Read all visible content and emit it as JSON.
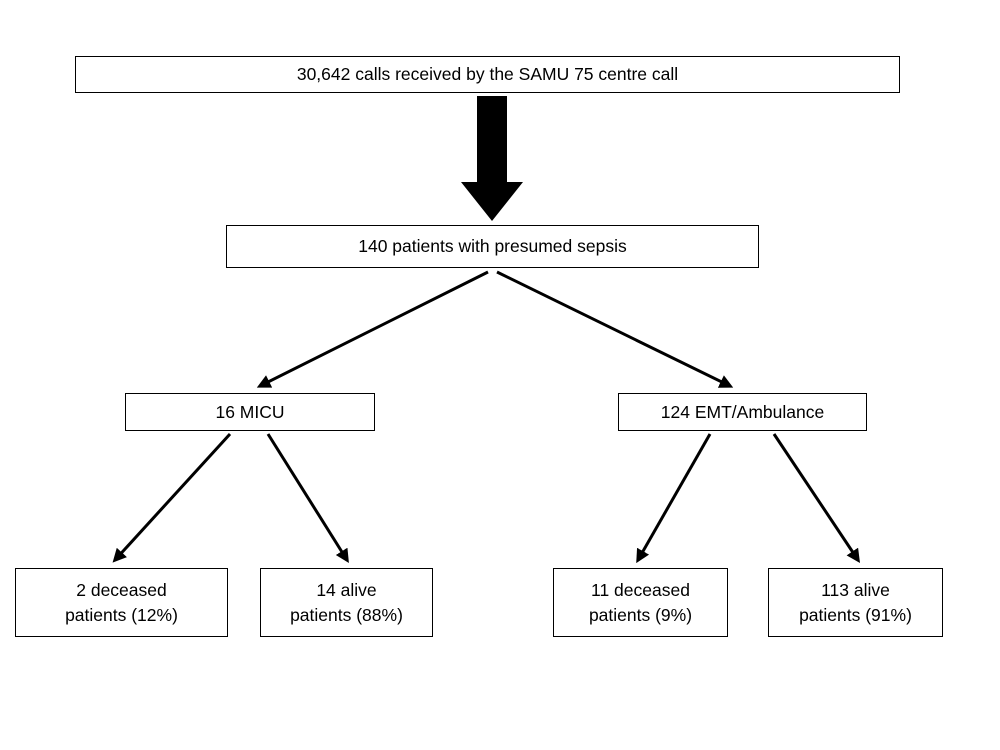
{
  "diagram": {
    "type": "flowchart",
    "colors": {
      "background": "#ffffff",
      "line": "#000000",
      "border": "#000000",
      "text": "#000000"
    },
    "nodes": {
      "calls": {
        "label": "30,642 calls received by the SAMU 75 centre call"
      },
      "sepsis": {
        "label": "140 patients with presumed sepsis"
      },
      "micu": {
        "label": "16 MICU"
      },
      "emt": {
        "label": "124 EMT/Ambulance"
      },
      "micu_deceased": {
        "line1": "2 deceased",
        "line2": "patients (12%)"
      },
      "micu_alive": {
        "line1": "14 alive",
        "line2": "patients (88%)"
      },
      "emt_deceased": {
        "line1": "11 deceased",
        "line2": "patients (9%)"
      },
      "emt_alive": {
        "line1": "113 alive",
        "line2": "patients (91%)"
      }
    },
    "edges": [
      {
        "from": "calls",
        "to": "sepsis",
        "style": "block-arrow"
      },
      {
        "from": "sepsis",
        "to": "micu",
        "style": "line-arrow"
      },
      {
        "from": "sepsis",
        "to": "emt",
        "style": "line-arrow"
      },
      {
        "from": "micu",
        "to": "micu_deceased",
        "style": "line-arrow"
      },
      {
        "from": "micu",
        "to": "micu_alive",
        "style": "line-arrow"
      },
      {
        "from": "emt",
        "to": "emt_deceased",
        "style": "line-arrow"
      },
      {
        "from": "emt",
        "to": "emt_alive",
        "style": "line-arrow"
      }
    ]
  }
}
